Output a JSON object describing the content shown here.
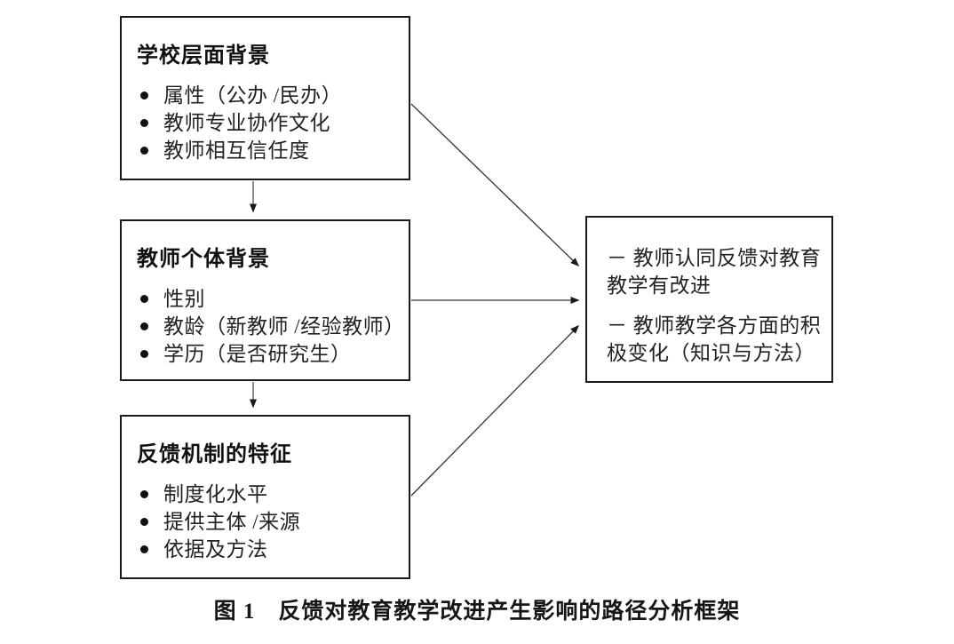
{
  "figure": {
    "boxes": [
      {
        "title": "学校层面背景",
        "items": [
          "属性（公办 /民办）",
          "教师专业协作文化",
          "教师相互信任度"
        ]
      },
      {
        "title": "教师个体背景",
        "items": [
          "性别",
          "教龄（新教师 /经验教师）",
          "学历（是否研究生）"
        ]
      },
      {
        "title": "反馈机制的特征",
        "items": [
          "制度化水平",
          "提供主体 /来源",
          "依据及方法"
        ]
      }
    ],
    "outcome": {
      "items": [
        "－ 教师认同反馈对教育\n教学有改进",
        "－ 教师教学各方面的积\n极变化（知识与方法）"
      ]
    },
    "caption": "图 1　反馈对教育教学改进产生影响的路径分析框架",
    "colors": {
      "background": "#ffffff",
      "border": "#1a1a1a",
      "text": "#222222",
      "arrow": "#333333"
    }
  }
}
